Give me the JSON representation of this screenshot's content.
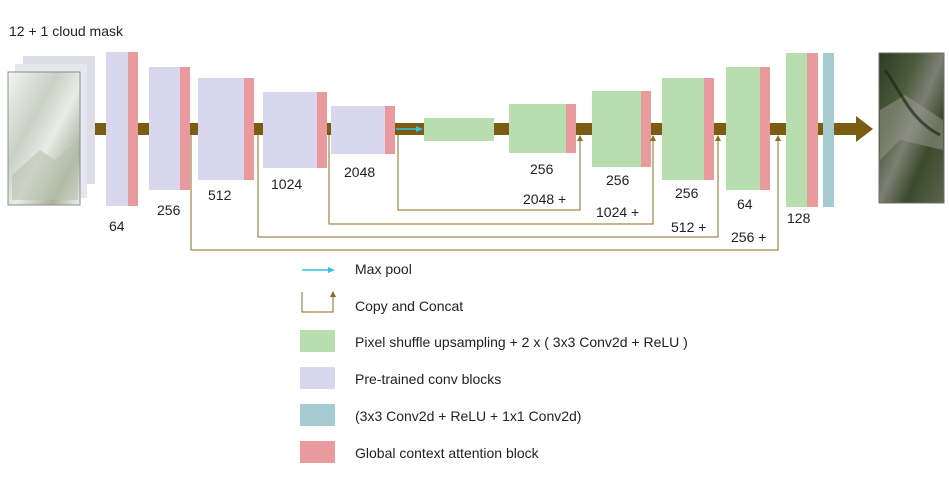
{
  "input_label": "12 + 1 cloud mask",
  "colors": {
    "pretrained": "#d9d7ee",
    "upsample": "#b8deb0",
    "attention": "#e99a9d",
    "final_conv": "#a6cbd0",
    "pipe": "#7a5d12",
    "maxpool": "#2fc3e6",
    "skip": "#8a6d1f"
  },
  "encoder_blocks": [
    {
      "label": "64"
    },
    {
      "label": "256"
    },
    {
      "label": "512"
    },
    {
      "label": "1024"
    },
    {
      "label": "2048"
    }
  ],
  "decoder_blocks": [
    {
      "label": "256"
    },
    {
      "label": "256"
    },
    {
      "label": "256"
    },
    {
      "label": "64"
    },
    {
      "label": "128"
    }
  ],
  "skip_labels": [
    {
      "label": "2048 +"
    },
    {
      "label": "1024 +"
    },
    {
      "label": "512 +"
    },
    {
      "label": "256 +"
    }
  ],
  "legend": [
    {
      "icon": "maxpool-arrow-icon",
      "text": "Max pool"
    },
    {
      "icon": "copy-concat-arrow-icon",
      "text": "Copy and Concat"
    },
    {
      "icon": "green-swatch",
      "text": "Pixel shuffle upsampling +  2 x ( 3x3 Conv2d + ReLU )"
    },
    {
      "icon": "lavender-swatch",
      "text": "Pre-trained conv blocks"
    },
    {
      "icon": "teal-swatch",
      "text": "(3x3 Conv2d + ReLU + 1x1 Conv2d)"
    },
    {
      "icon": "pink-swatch",
      "text": "Global context attention block"
    }
  ]
}
